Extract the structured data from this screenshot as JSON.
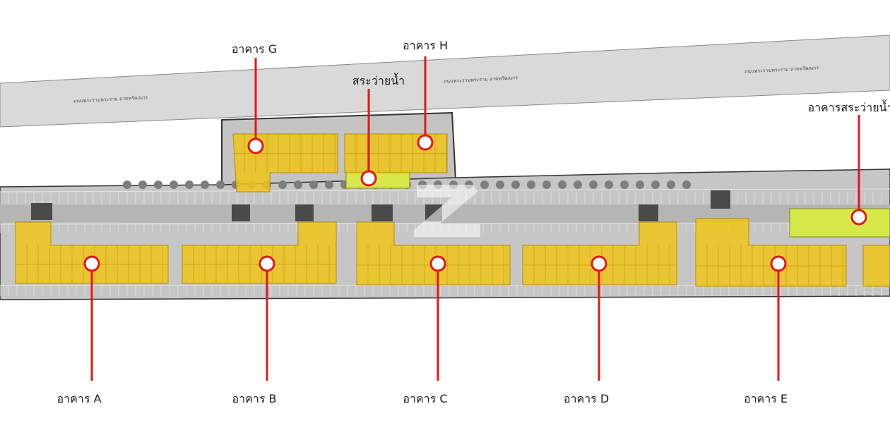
{
  "road": {
    "text_left": "ถนนพระรามพระราม ลาดพรัฒนกร",
    "text_mid": "ถนนพระรามพระราม ลาดพรัฒนกร",
    "text_right": "ถนนพระรามพระราม ลาดพรัฒนกร"
  },
  "buildings": [
    {
      "id": "A",
      "label": "อาคาร A"
    },
    {
      "id": "B",
      "label": "อาคาร B"
    },
    {
      "id": "C",
      "label": "อาคาร C"
    },
    {
      "id": "D",
      "label": "อาคาร D"
    },
    {
      "id": "E",
      "label": "อาคาร E"
    },
    {
      "id": "G",
      "label": "อาคาร G"
    },
    {
      "id": "H",
      "label": "อาคาร H"
    },
    {
      "id": "pool",
      "label": "สระว่ายน้ำ"
    },
    {
      "id": "pool-building",
      "label": "อาคารสระว่ายน้ำ"
    }
  ],
  "colors": {
    "road": "#d9d9d9",
    "site": "#bdbdbd",
    "parking": "#c8c8c8",
    "building": "#f0c419",
    "pool": "#d8e84a",
    "marker_line": "#e01818",
    "marker_fill": "#ffffff",
    "tree": "#7d7d7d",
    "dark_block": "#4a4a4a"
  }
}
